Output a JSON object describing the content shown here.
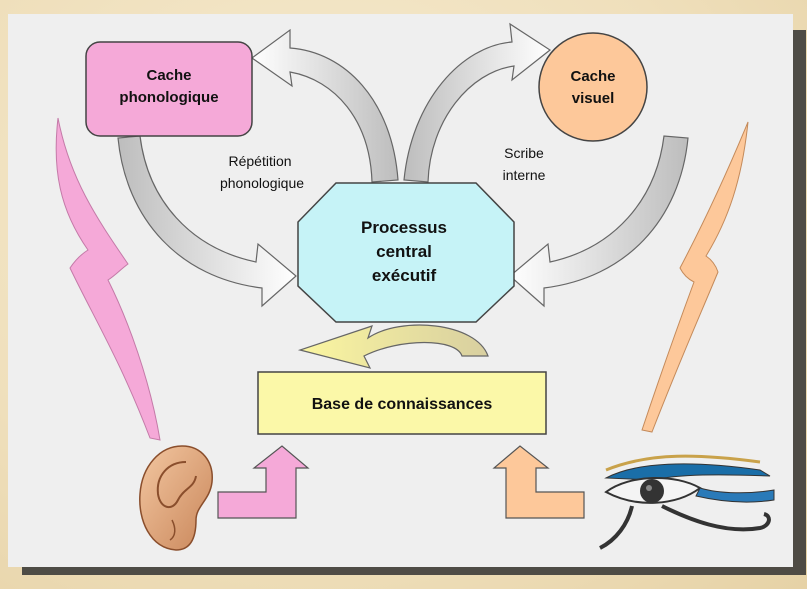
{
  "diagram": {
    "nodes": {
      "phonological_cache": {
        "line1": "Cache",
        "line2": "phonologique"
      },
      "visual_cache": {
        "line1": "Cache",
        "line2": "visuel"
      },
      "central_executive": {
        "line1": "Processus",
        "line2": "central",
        "line3": "exécutif"
      },
      "knowledge_base": {
        "label": "Base de connaissances"
      }
    },
    "edge_labels": {
      "phonological_rehearsal": {
        "line1": "Répétition",
        "line2": "phonologique"
      },
      "inner_scribe": {
        "line1": "Scribe",
        "line2": "interne"
      }
    },
    "pictures": {
      "ear": "ear-illustration",
      "eye": "eye-of-horus-illustration"
    },
    "colors": {
      "pink": "#f5a9d8",
      "peach": "#fdc89a",
      "cyan": "#c6f3f7",
      "yellow": "#fbf8a8",
      "gray": "#c8c8c8"
    }
  }
}
